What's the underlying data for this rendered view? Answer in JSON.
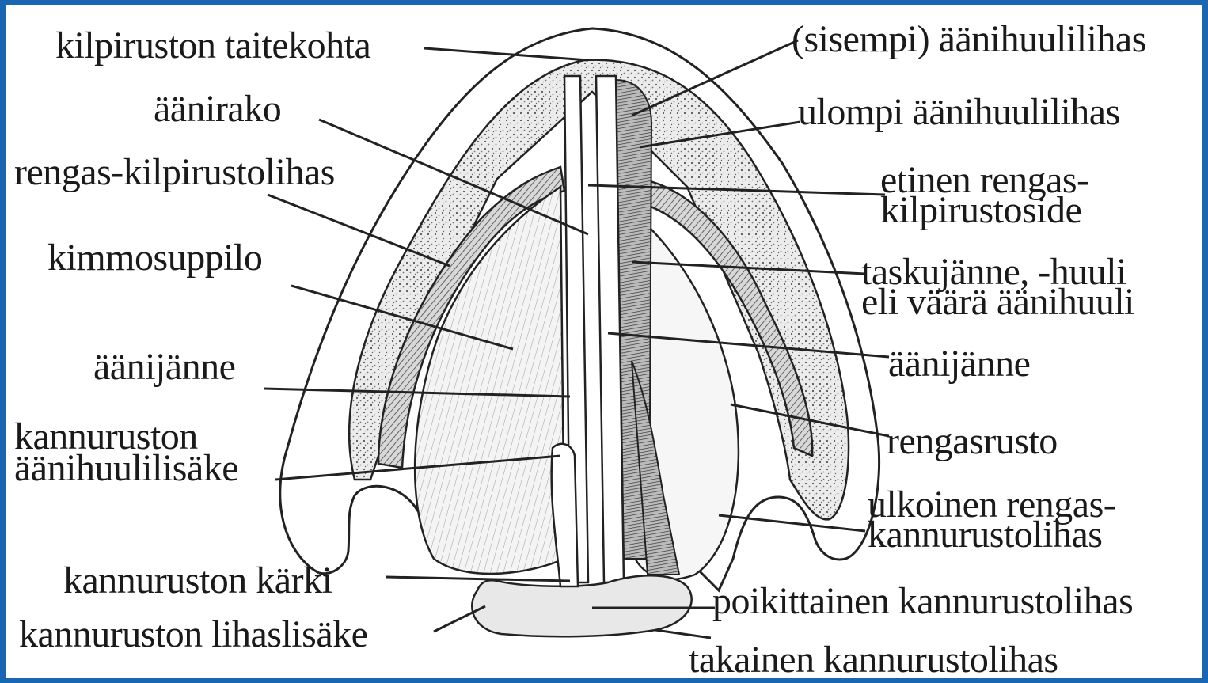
{
  "labels": {
    "left": {
      "kilpiruston_taitekohta": "kilpiruston taitekohta",
      "aanirako": "äänirako",
      "rengas_kilpirustolihas": "rengas-kilpirustolihas",
      "kimmosuppilo": "kimmosuppilo",
      "aanijanne": "äänijänne",
      "kannuruston_aanihuulilisake_1": "kannuruston",
      "kannuruston_aanihuulilisake_2": "äänihuulilisäke",
      "kannuruston_karki": "kannuruston kärki",
      "kannuruston_lihaslisake": "kannuruston lihaslisäke"
    },
    "right": {
      "sisempi_aanihuulilihas": "(sisempi) äänihuulilihas",
      "ulompi_aanihuulilihas": "ulompi äänihuulilihas",
      "etinen_rengas_1": "etinen rengas-",
      "etinen_rengas_2": "kilpirustoside",
      "taskujanne_1": "taskujänne, -huuli",
      "taskujanne_2": "eli väärä äänihuuli",
      "aanijanne": "äänijänne",
      "rengasrusto": "rengasrusto",
      "ulkoinen_1": "ulkoinen rengas-",
      "ulkoinen_2": "kannurustolihas",
      "poikittainen": "poikittainen kannurustolihas",
      "takainen": "takainen kannurustolihas"
    }
  }
}
